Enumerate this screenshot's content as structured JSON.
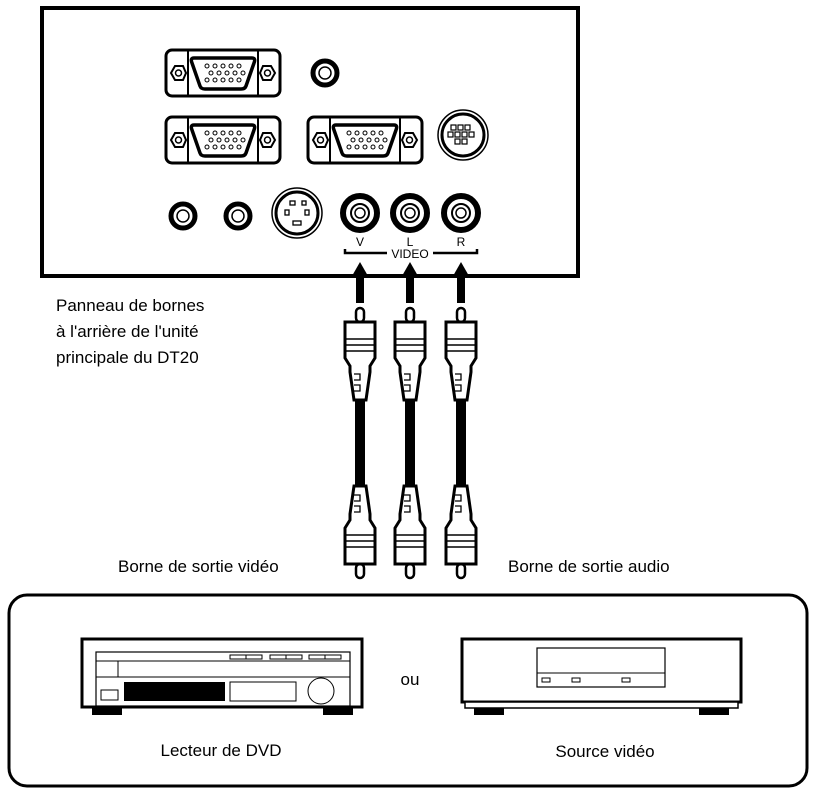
{
  "panel": {
    "caption_lines": [
      "Panneau de bornes",
      "à l'arrière de l'unité",
      "principale du DT20"
    ],
    "jack_labels": {
      "v": "V",
      "l": "L",
      "r": "R",
      "group": "VIDEO"
    }
  },
  "cables": {
    "video_label": "Borne de sortie vidéo",
    "audio_label": "Borne de sortie audio"
  },
  "sources": {
    "dvd_label": "Lecteur de DVD",
    "or_label": "ou",
    "video_source_label": "Source vidéo"
  },
  "colors": {
    "ink": "#000000",
    "background": "#ffffff"
  }
}
